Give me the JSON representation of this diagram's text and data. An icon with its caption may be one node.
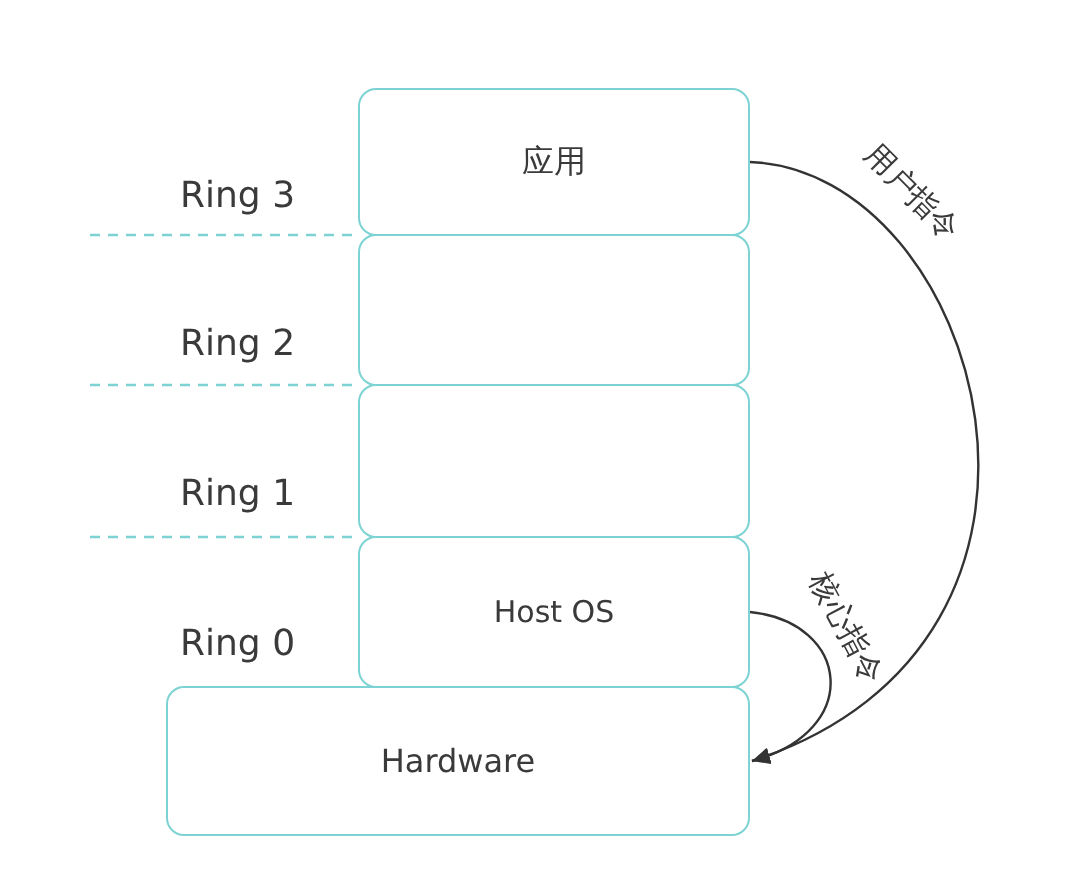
{
  "diagram": {
    "nodes": [
      {
        "text": [
          "应用"
        ]
      },
      {
        "text": [],
        "shape": "box"
      },
      {
        "text": [],
        "shape": "box"
      },
      {
        "text": [
          "Host OS"
        ]
      },
      {
        "text": [
          "Hardware"
        ]
      }
    ],
    "edges": [
      {
        "from": 0,
        "to": 4,
        "arrow": "to",
        "label": "用户指令"
      },
      {
        "from": 3,
        "to": 4,
        "arrow": "to",
        "label": "核心指令"
      }
    ],
    "labels": [
      "Ring 3",
      "Ring 2",
      "Ring 1",
      "Ring 0"
    ]
  }
}
